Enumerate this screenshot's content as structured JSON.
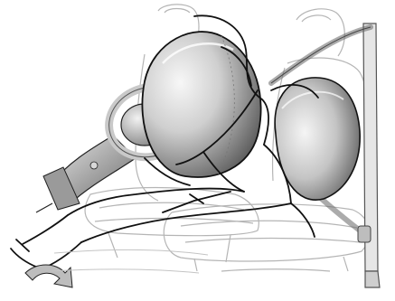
{
  "figure_id": "25279",
  "colors": {
    "outline": "#111111",
    "seat_line": "#bfbfbf",
    "airbag_light": "#f4f4f4",
    "airbag_dark": "#6b6b6b",
    "background": "#ffffff"
  },
  "icons": [
    "front-airbag",
    "side-airbag",
    "steering-wheel",
    "seat-belt",
    "car-seat",
    "occupant-outline",
    "arrow-icon"
  ]
}
